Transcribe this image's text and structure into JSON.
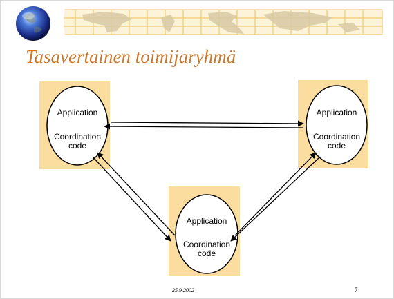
{
  "slide": {
    "title": "Tasavertainen toimijaryhmä",
    "footer_date": "25.9.2002",
    "page_number": "7"
  },
  "nodes": [
    {
      "id": "left",
      "line1": "Application",
      "line2": "Coordination",
      "line3": "code"
    },
    {
      "id": "right",
      "line1": "Application",
      "line2": "Coordination",
      "line3": "code"
    },
    {
      "id": "bottom",
      "line1": "Application",
      "line2": "Coordination",
      "line3": "code"
    }
  ],
  "colors": {
    "title": "#c8782c",
    "node_fill": "#fcdda0",
    "banner_grid": "#f4dca0",
    "banner_land": "#d8c9a4"
  },
  "icons": [
    "globe-icon"
  ]
}
